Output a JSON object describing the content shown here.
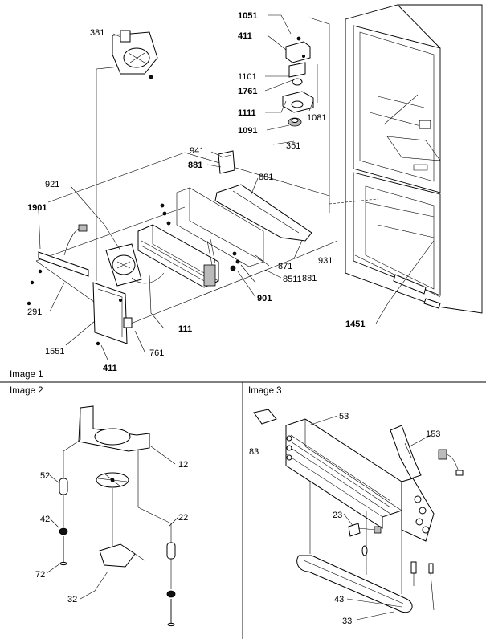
{
  "captions": {
    "image1": "Image 1",
    "image2": "Image 2",
    "image3": "Image 3"
  },
  "image1_labels": {
    "l381": "381",
    "l1051": "1051",
    "l411_top": "411",
    "l1101": "1101",
    "l1761": "1761",
    "l1111": "1111",
    "l1081": "1081",
    "l1091": "1091",
    "l351": "351",
    "l941": "941",
    "l881_a": "881",
    "l881_b": "881",
    "l921": "921",
    "l1901": "1901",
    "l931": "931",
    "l871": "871",
    "l8511": "8511",
    "l881_c": "881",
    "l901": "901",
    "l111": "111",
    "l291": "291",
    "l1551": "1551",
    "l761": "761",
    "l411_bot": "411",
    "l1451": "1451"
  },
  "image2_labels": {
    "l52": "52",
    "l12": "12",
    "l42": "42",
    "l22": "22",
    "l72": "72",
    "l32": "32"
  },
  "image3_labels": {
    "l83": "83",
    "l53": "53",
    "l153": "153",
    "l23": "23",
    "l43": "43",
    "l33": "33"
  }
}
